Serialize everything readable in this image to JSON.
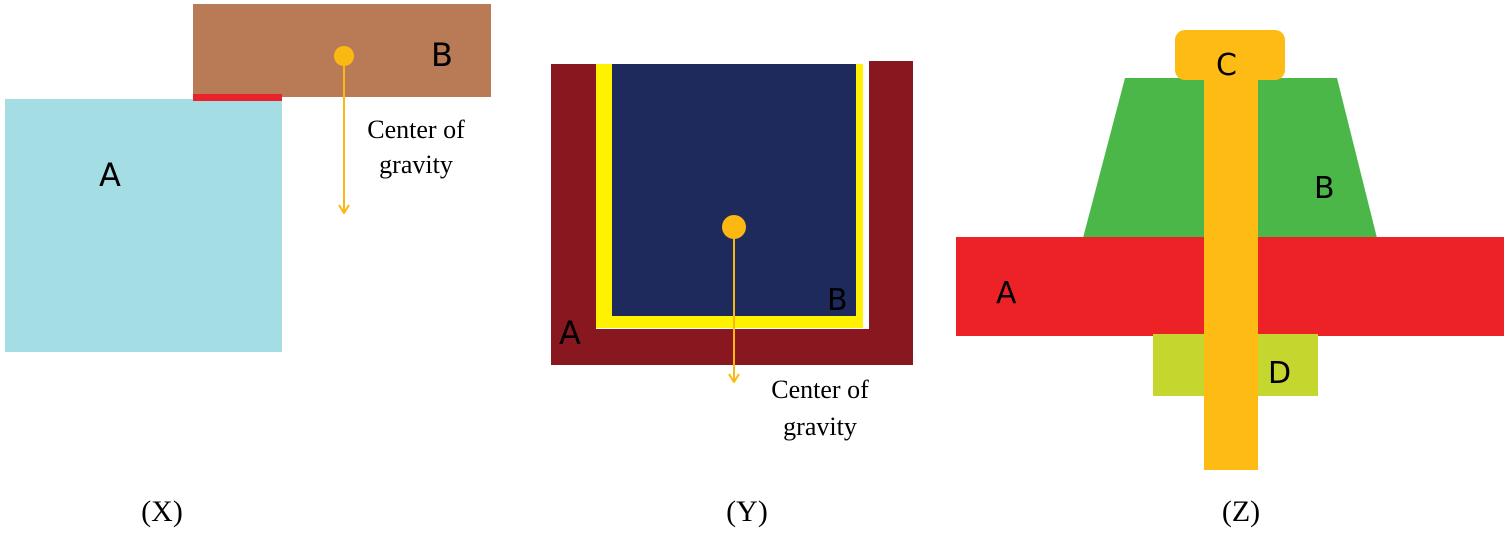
{
  "colors": {
    "x_block_a": "#a5dde4",
    "x_block_b": "#b87b56",
    "x_contact": "#e8232b",
    "cog": "#fbb813",
    "y_container_a": "#88171f",
    "y_liner": "#fff200",
    "y_content_b": "#1f2a5c",
    "z_plate_a": "#ec2227",
    "z_cone_b": "#4bb748",
    "z_bolt_c": "#fdbb14",
    "z_nut_d": "#c5d62e"
  },
  "panel_x": {
    "caption": "(X)",
    "label_a": "A",
    "label_b": "B",
    "cog_label_line1": "Center of",
    "cog_label_line2": "gravity"
  },
  "panel_y": {
    "caption": "(Y)",
    "label_a": "A",
    "label_b": "B",
    "cog_label_line1": "Center of",
    "cog_label_line2": "gravity"
  },
  "panel_z": {
    "caption": "(Z)",
    "label_a": "A",
    "label_b": "B",
    "label_c": "C",
    "label_d": "D"
  }
}
